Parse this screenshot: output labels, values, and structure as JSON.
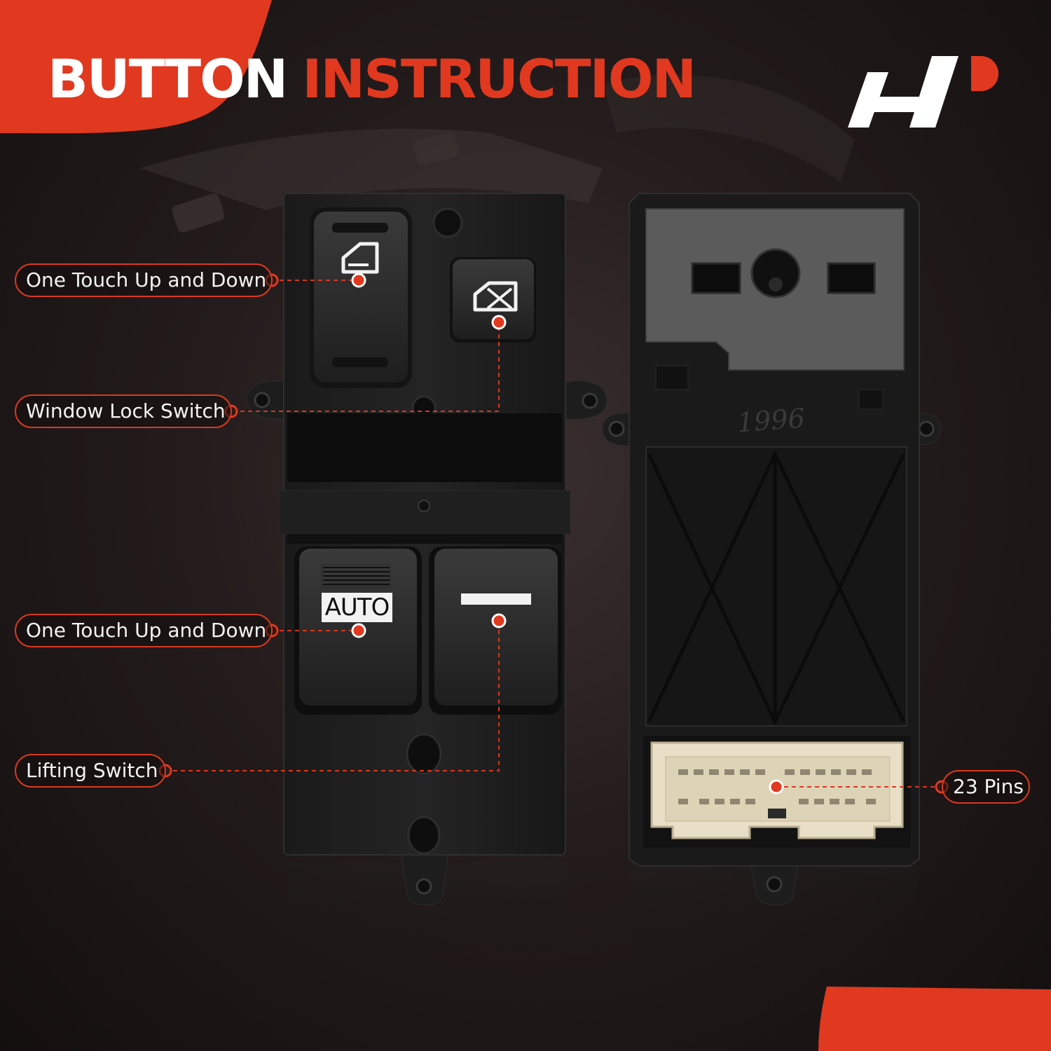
{
  "header": {
    "title_main": "BUTTON",
    "title_accent": "INSTRUCTION"
  },
  "brand": {
    "logo_name": "brand-logo",
    "accent_color": "#e0391f"
  },
  "callouts": [
    {
      "label": "One Touch Up and Down"
    },
    {
      "label": "Window Lock Switch"
    },
    {
      "label": "One Touch Up and Down"
    },
    {
      "label": "Lifting Switch"
    },
    {
      "label": "23 Pins"
    }
  ],
  "product": {
    "auto_label": "AUTO",
    "mold_year": "1996"
  },
  "colors": {
    "accent": "#e0391f",
    "background": "#1b1515",
    "plastic": "#1c1c1c",
    "connector": "#e8dfc6"
  }
}
